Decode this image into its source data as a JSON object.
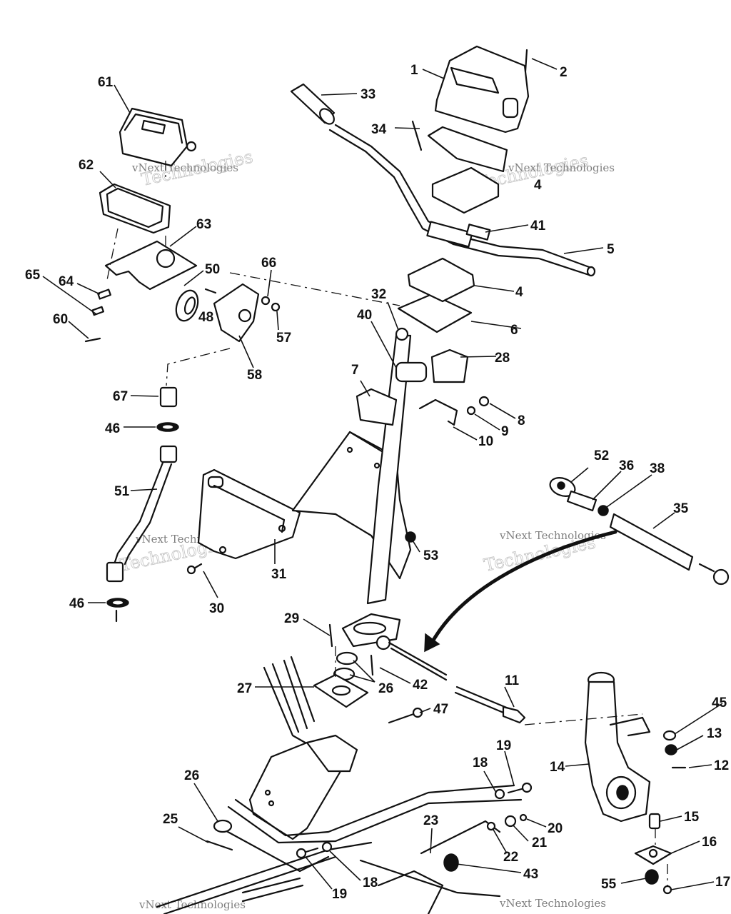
{
  "watermark": {
    "line1": "vNext Technologies",
    "line2": "Technologies"
  },
  "callouts": [
    "1",
    "2",
    "4",
    "4",
    "5",
    "6",
    "7",
    "8",
    "9",
    "10",
    "11",
    "12",
    "13",
    "14",
    "15",
    "16",
    "17",
    "18",
    "18",
    "19",
    "19",
    "20",
    "21",
    "22",
    "23",
    "25",
    "26",
    "26",
    "27",
    "28",
    "29",
    "30",
    "31",
    "32",
    "33",
    "34",
    "35",
    "36",
    "38",
    "40",
    "41",
    "42",
    "43",
    "45",
    "46",
    "46",
    "47",
    "48",
    "50",
    "51",
    "52",
    "53",
    "55",
    "57",
    "58",
    "60",
    "61",
    "62",
    "63",
    "64",
    "65",
    "66",
    "67"
  ]
}
